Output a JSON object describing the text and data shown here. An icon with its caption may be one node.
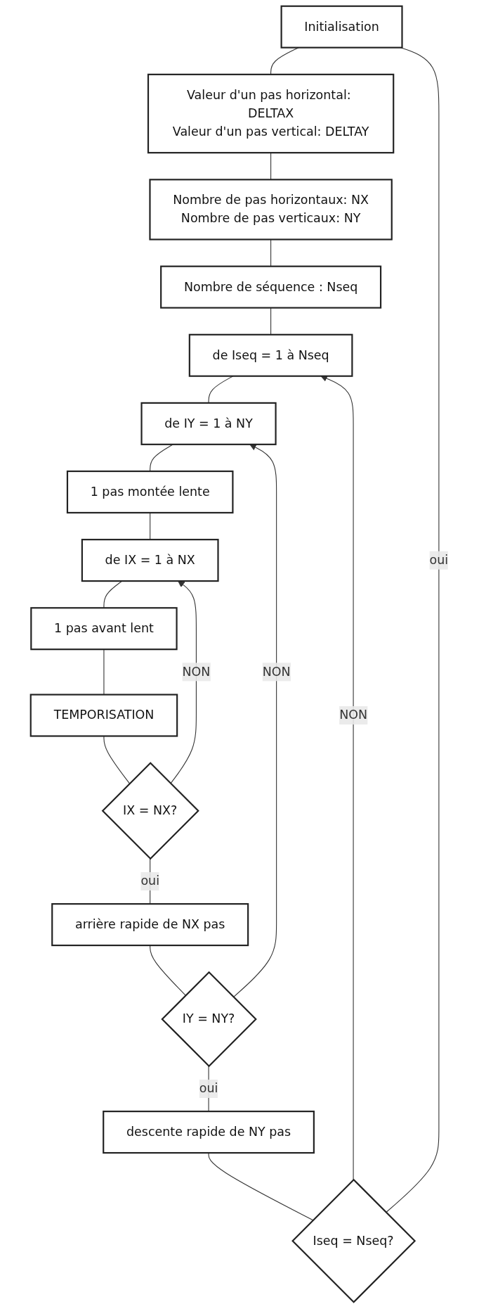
{
  "diagram": {
    "nodes": [
      {
        "text": [
          "Initialisation"
        ]
      },
      {
        "text": [
          "Valeur d'un pas horizontal: DELTAX",
          "Valeur d'un pas vertical: DELTAY"
        ]
      },
      {
        "text": [
          "Nombre de pas horizontaux: NX",
          "Nombre de pas verticaux: NY"
        ]
      },
      {
        "text": [
          "Nombre de séquence : Nseq"
        ]
      },
      {
        "text": [
          "de Iseq = 1 à Nseq"
        ]
      },
      {
        "text": [
          "de IY = 1 à NY"
        ]
      },
      {
        "text": [
          "1 pas montée lente"
        ]
      },
      {
        "text": [
          "de IX = 1 à NX"
        ]
      },
      {
        "text": [
          "1 pas avant lent"
        ]
      },
      {
        "text": [
          "TEMPORISATION"
        ]
      },
      {
        "text": [
          "IX = NX?"
        ]
      },
      {
        "text": [
          "arrière rapide de NX pas"
        ]
      },
      {
        "text": [
          "IY = NY?"
        ]
      },
      {
        "text": [
          "descente rapide de NY pas"
        ]
      },
      {
        "text": [
          "Iseq = Nseq?"
        ]
      }
    ],
    "edges": [
      {
        "from": 0,
        "to": 1,
        "arrow": "none"
      },
      {
        "from": 1,
        "to": 2,
        "arrow": "none"
      },
      {
        "from": 2,
        "to": 3,
        "arrow": "none"
      },
      {
        "from": 3,
        "to": 4,
        "arrow": "none"
      },
      {
        "from": 4,
        "to": 5,
        "arrow": "none"
      },
      {
        "from": 5,
        "to": 6,
        "arrow": "none"
      },
      {
        "from": 6,
        "to": 7,
        "arrow": "none"
      },
      {
        "from": 7,
        "to": 8,
        "arrow": "none"
      },
      {
        "from": 8,
        "to": 9,
        "arrow": "none"
      },
      {
        "from": 9,
        "to": 10,
        "arrow": "none"
      },
      {
        "from": 10,
        "to": 7,
        "label": "NON",
        "arrow": "to"
      },
      {
        "from": 10,
        "to": 11,
        "label": "oui",
        "arrow": "none"
      },
      {
        "from": 11,
        "to": 12,
        "arrow": "none"
      },
      {
        "from": 12,
        "to": 5,
        "label": "NON",
        "arrow": "to"
      },
      {
        "from": 12,
        "to": 13,
        "label": "oui",
        "arrow": "none"
      },
      {
        "from": 13,
        "to": 14,
        "arrow": "none"
      },
      {
        "from": 14,
        "to": 4,
        "label": "NON",
        "arrow": "to"
      },
      {
        "from": 14,
        "to": 0,
        "label": "oui",
        "arrow": "none"
      }
    ]
  }
}
